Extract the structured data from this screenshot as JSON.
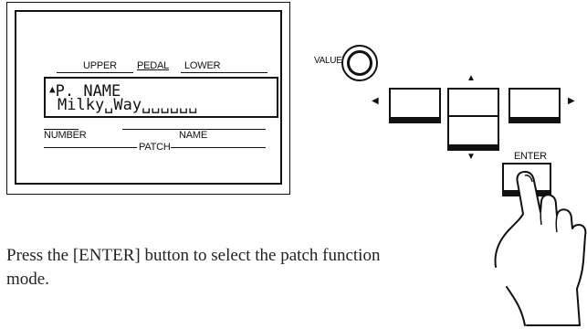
{
  "display": {
    "labels_top": {
      "upper": "UPPER",
      "pedal": "PEDAL",
      "lower": "LOWER"
    },
    "lcd": {
      "line1": "P. NAME",
      "line2": "Milky␣Way␣␣␣␣␣␣"
    },
    "labels_bottom": {
      "number": "NUMBER",
      "name": "NAME",
      "patch": "PATCH"
    }
  },
  "controls": {
    "value_label": "VALUE",
    "enter_label": "ENTER"
  },
  "icons": {
    "up": "triangle-up-icon",
    "down": "triangle-down-icon",
    "left": "triangle-left-icon",
    "right": "triangle-right-icon",
    "hand": "pointing-hand-icon"
  },
  "caption": "Press the [ENTER] button to select the patch function mode."
}
